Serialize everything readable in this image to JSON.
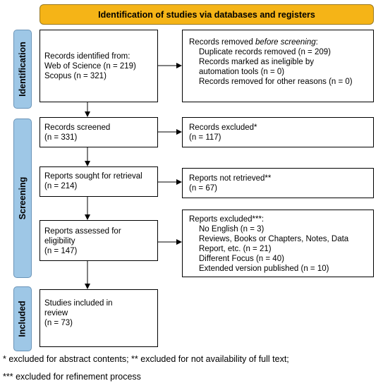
{
  "header": "Identification of studies via databases and registers",
  "phases": {
    "identification": "Identification",
    "screening": "Screening",
    "included": "Included"
  },
  "identified": {
    "title": "Records identified from:",
    "lines": [
      "Web of Science (n = 219)",
      "Scopus (n = 321)"
    ]
  },
  "removed": {
    "title_prefix": "Records removed ",
    "title_italic": "before screening",
    "title_suffix": ":",
    "lines": [
      "Duplicate records removed  (n = 209)",
      "Records marked as ineligible by",
      "automation tools (n = 0)",
      "Records removed for other reasons (n = 0)"
    ]
  },
  "screened": {
    "title": "Records screened",
    "count": "(n = 331)"
  },
  "excluded1": {
    "title": "Records excluded*",
    "count": "(n = 117)"
  },
  "sought": {
    "title": "Reports sought for retrieval",
    "count": "(n = 214)"
  },
  "not_retrieved": {
    "title": "Reports not retrieved**",
    "count": "(n = 67)"
  },
  "assessed": {
    "title": "Reports assessed for",
    "title2": "eligibility",
    "count": "(n = 147)"
  },
  "excluded2": {
    "title": "Reports excluded***:",
    "lines": [
      "No English (n = 3)",
      "Reviews, Books or Chapters, Notes, Data",
      "Report, etc.  (n = 21)",
      "Different Focus (n = 40)",
      "Extended version published (n = 10)"
    ]
  },
  "included": {
    "title": "Studies included in",
    "title2": "review",
    "count": "(n = 73)"
  },
  "footnotes": [
    "* excluded for abstract contents; ** excluded for not availability of full text;",
    "*** excluded for refinement process"
  ],
  "colors": {
    "header": "#f5b417",
    "phase": "#9ec7e6",
    "border": "#000000"
  }
}
